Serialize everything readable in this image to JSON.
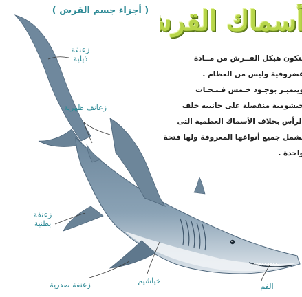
{
  "header": {
    "title": "أسماك القرش :",
    "subtitle": "( أجزاء جسم القرش )"
  },
  "body_lines": [
    "يتكون هيكل القــرش من مــادة",
    "غضروفية وليس من العظام .",
    "ويتميـز بوجـود خـمس فـتـحـات",
    "خيشومية منفصلة على جانبيه خلف",
    "الرأس بخلاف الأسماك العظمية التى",
    "تشمل جميع أنواعها المعروفة ولها فتحة",
    "واحدة ."
  ],
  "labels": {
    "tail_fin_line1": "زعنفة",
    "tail_fin_line2": "ذيلية",
    "dorsal_fins": "زعانف ظهرية",
    "pelvic_fin_line1": "زعنفة",
    "pelvic_fin_line2": "بطنية",
    "pectoral_fin": "زعنفة صدرية",
    "gills": "خياشيم",
    "mouth": "الفم"
  },
  "colors": {
    "shark_body": "#7f98ac",
    "shark_dark": "#5a7389",
    "shark_belly": "#e3e9ee",
    "label": "#2e8a96",
    "title": "#b8d64a"
  }
}
